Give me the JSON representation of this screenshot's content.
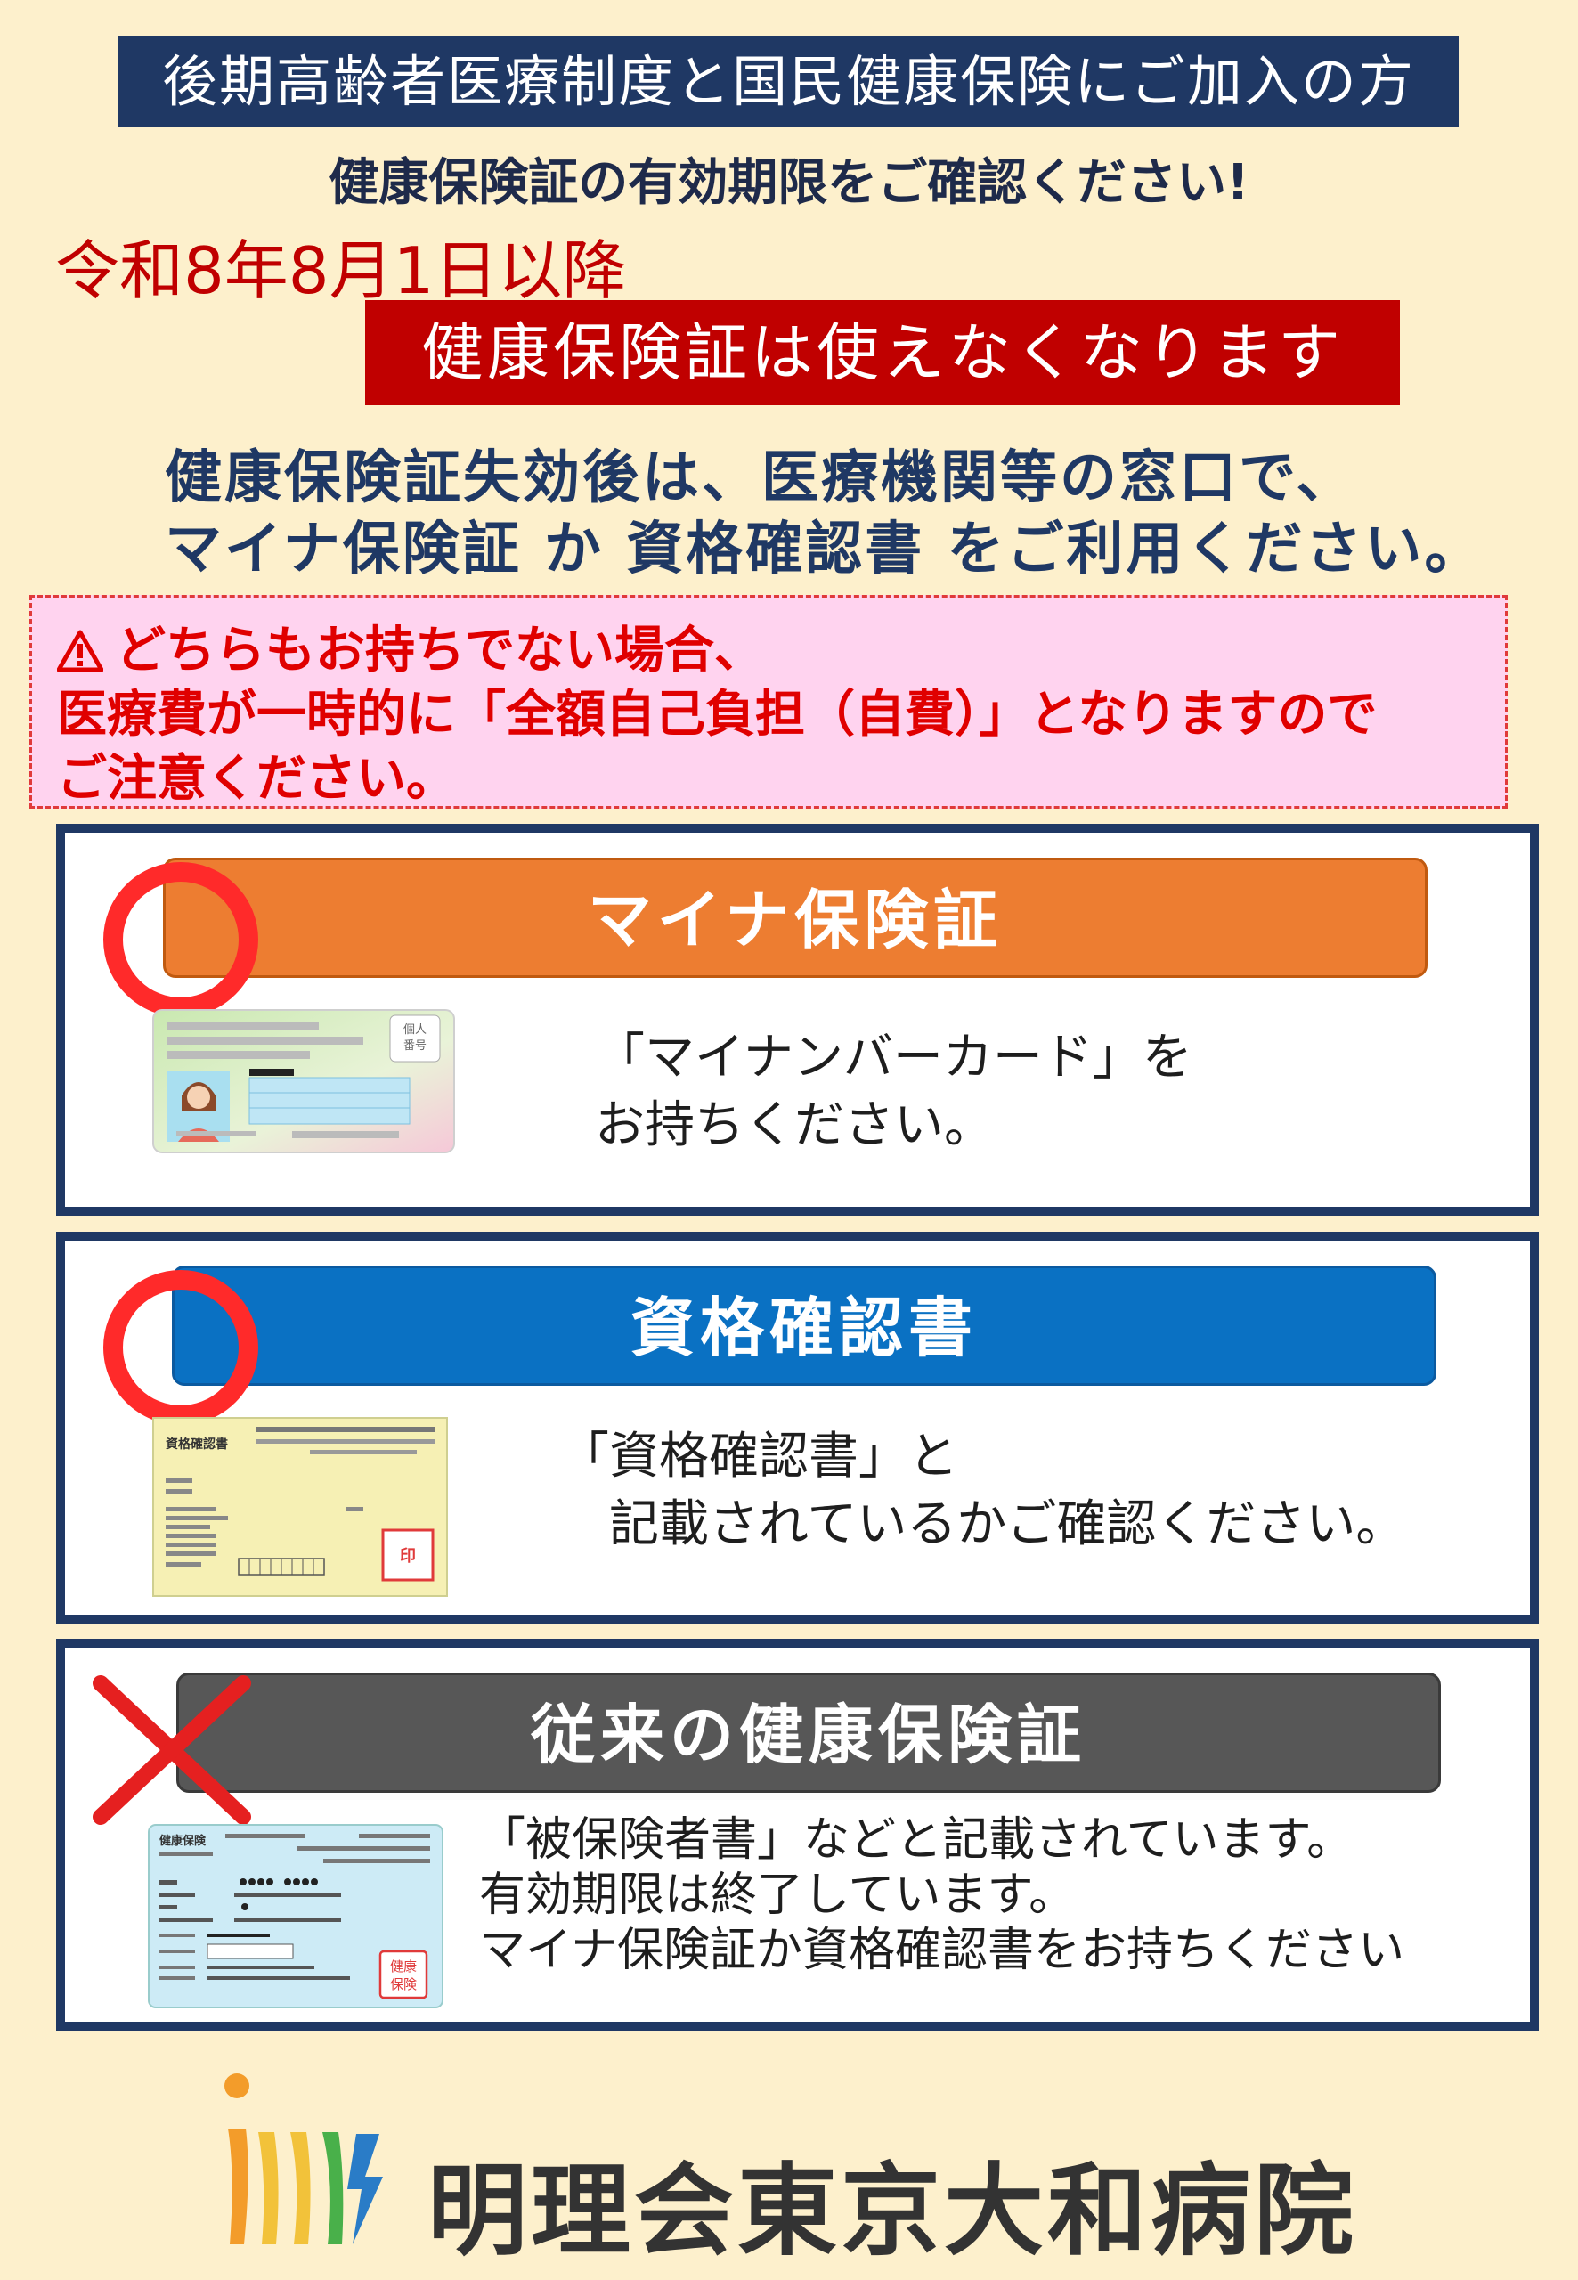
{
  "header": {
    "banner": "後期高齢者医療制度と国民健康保険にご加入の方",
    "subtitle": "健康保険証の有効期限をご確認ください!",
    "date_line": "令和8年8月1日以降",
    "expire_banner": "健康保険証は使えなくなります"
  },
  "guide": {
    "line1": "健康保険証失効後は、医療機関等の窓口で、",
    "line2": "マイナ保険証 か 資格確認書 をご利用ください。"
  },
  "warning": {
    "icon": "warning-icon",
    "line1": "どちらもお持ちでない場合、",
    "line2": "医療費が一時的に「全額自己負担（自費）」となりますので",
    "line3": "ご注意ください。"
  },
  "cards": [
    {
      "mark": "ok-circle",
      "title": "マイナ保険証",
      "text_lines": [
        "「マイナンバーカード」を",
        "お持ちください。"
      ],
      "card_label_1": "個人",
      "card_label_2": "番号"
    },
    {
      "mark": "ok-circle",
      "title": "資格確認書",
      "text_lines": [
        "「資格確認書」と",
        "　記載されているかご確認ください。"
      ],
      "doc_title": "資格確認書",
      "stamp": "印"
    },
    {
      "mark": "ng-cross",
      "title": "従来の健康保険証",
      "text_lines": [
        "「被保険者書」などと記載されています。",
        "有効期限は終了しています。",
        "マイナ保険証か資格確認書をお持ちください"
      ],
      "card_title": "健康保険",
      "card_stamp_1": "健康",
      "card_stamp_2": "保険"
    }
  ],
  "footer": {
    "hospital_name": "明理会東京大和病院"
  },
  "colors": {
    "background": "#fdf0cc",
    "navy": "#1f3864",
    "red": "#c00000",
    "orange": "#ed7d31",
    "blue": "#0a71c3",
    "gray": "#575757",
    "pink": "#ffd3ef"
  }
}
